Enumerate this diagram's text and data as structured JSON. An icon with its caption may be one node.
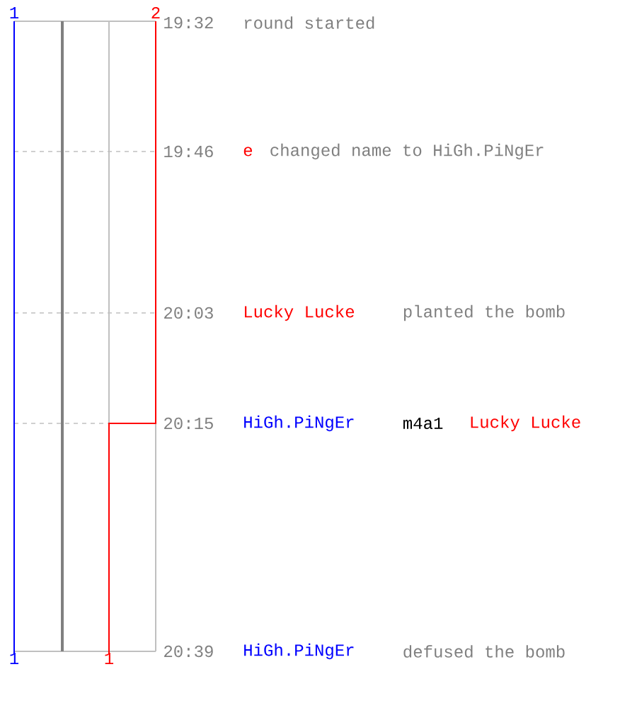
{
  "diagram": {
    "labels": [
      "1",
      "2",
      "19:32",
      "round started",
      "19:46",
      "e",
      "changed name to HiGh.PiNgEr",
      "20:03",
      "Lucky Lucke",
      "planted the bomb",
      "20:15",
      "HiGh.PiNgEr",
      "m4a1",
      "Lucky Lucke",
      "20:39",
      "HiGh.PiNgEr",
      "defused the bomb",
      "1",
      "1"
    ]
  }
}
